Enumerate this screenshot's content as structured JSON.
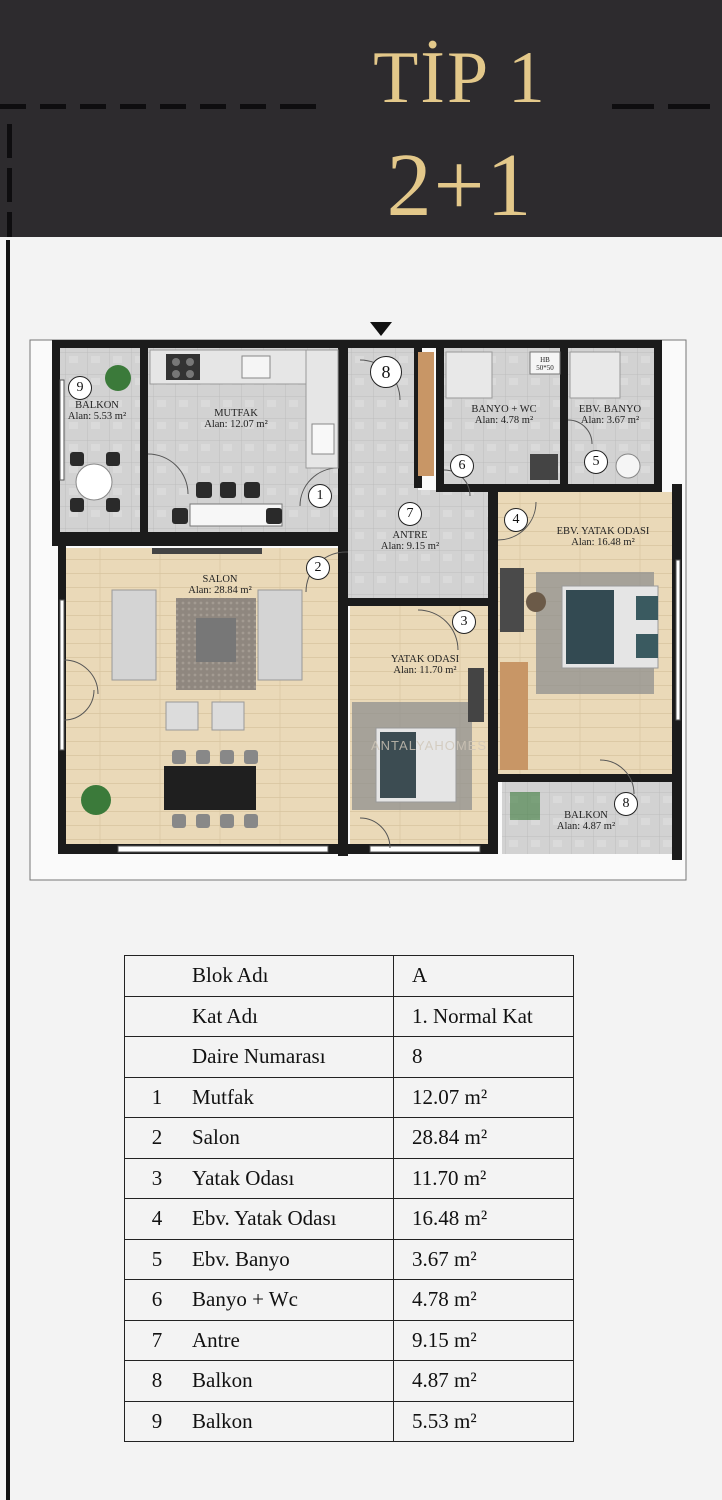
{
  "header": {
    "tip": "TİP 1",
    "layout": "2+1"
  },
  "rooms": [
    {
      "id": "balkon9",
      "number": "9",
      "name": "BALKON",
      "area": "Alan: 5.53 m²"
    },
    {
      "id": "mutfak",
      "number": "1",
      "name": "MUTFAK",
      "area": "Alan: 12.07 m²"
    },
    {
      "id": "kapi",
      "number": "8"
    },
    {
      "id": "banyo",
      "number": "6",
      "name": "BANYO + WC",
      "area": "Alan: 4.78 m²"
    },
    {
      "id": "ebvbanyo",
      "number": "5",
      "name": "EBV. BANYO",
      "area": "Alan: 3.67 m²"
    },
    {
      "id": "antre",
      "number": "7",
      "name": "ANTRE",
      "area": "Alan: 9.15 m²"
    },
    {
      "id": "ebvyatak",
      "number": "4",
      "name": "EBV. YATAK ODASI",
      "area": "Alan: 16.48 m²"
    },
    {
      "id": "salon",
      "number": "2",
      "name": "SALON",
      "area": "Alan: 28.84 m²"
    },
    {
      "id": "yatak",
      "number": "3",
      "name": "YATAK ODASI",
      "area": "Alan: 11.70 m²"
    },
    {
      "id": "balkon8",
      "number": "8",
      "name": "BALKON",
      "area": "Alan: 4.87 m²"
    }
  ],
  "plan_labels": {
    "hb": "HB",
    "hb_size": "50*50",
    "watermark": "ANTALYAHOMES"
  },
  "info_table": [
    {
      "no": "",
      "label": "Blok Adı",
      "value": "A"
    },
    {
      "no": "",
      "label": "Kat Adı",
      "value": "1. Normal Kat"
    },
    {
      "no": "",
      "label": "Daire Numarası",
      "value": "8"
    },
    {
      "no": "1",
      "label": "Mutfak",
      "value": "12.07 m²"
    },
    {
      "no": "2",
      "label": "Salon",
      "value": "28.84 m²"
    },
    {
      "no": "3",
      "label": "Yatak Odası",
      "value": "11.70 m²"
    },
    {
      "no": "4",
      "label": "Ebv. Yatak Odası",
      "value": "16.48 m²"
    },
    {
      "no": "5",
      "label": "Ebv. Banyo",
      "value": "3.67 m²"
    },
    {
      "no": "6",
      "label": "Banyo + Wc",
      "value": "4.78 m²"
    },
    {
      "no": "7",
      "label": "Antre",
      "value": "9.15 m²"
    },
    {
      "no": "8",
      "label": "Balkon",
      "value": "4.87 m²"
    },
    {
      "no": "9",
      "label": "Balkon",
      "value": "5.53 m²"
    }
  ],
  "colors": {
    "header_bg": "#2d2b2e",
    "title_gold": "#e3c88a",
    "wood_floor": "#e8d6b4",
    "tile_floor": "#cfcfcf",
    "wall": "#1a1a1a"
  }
}
